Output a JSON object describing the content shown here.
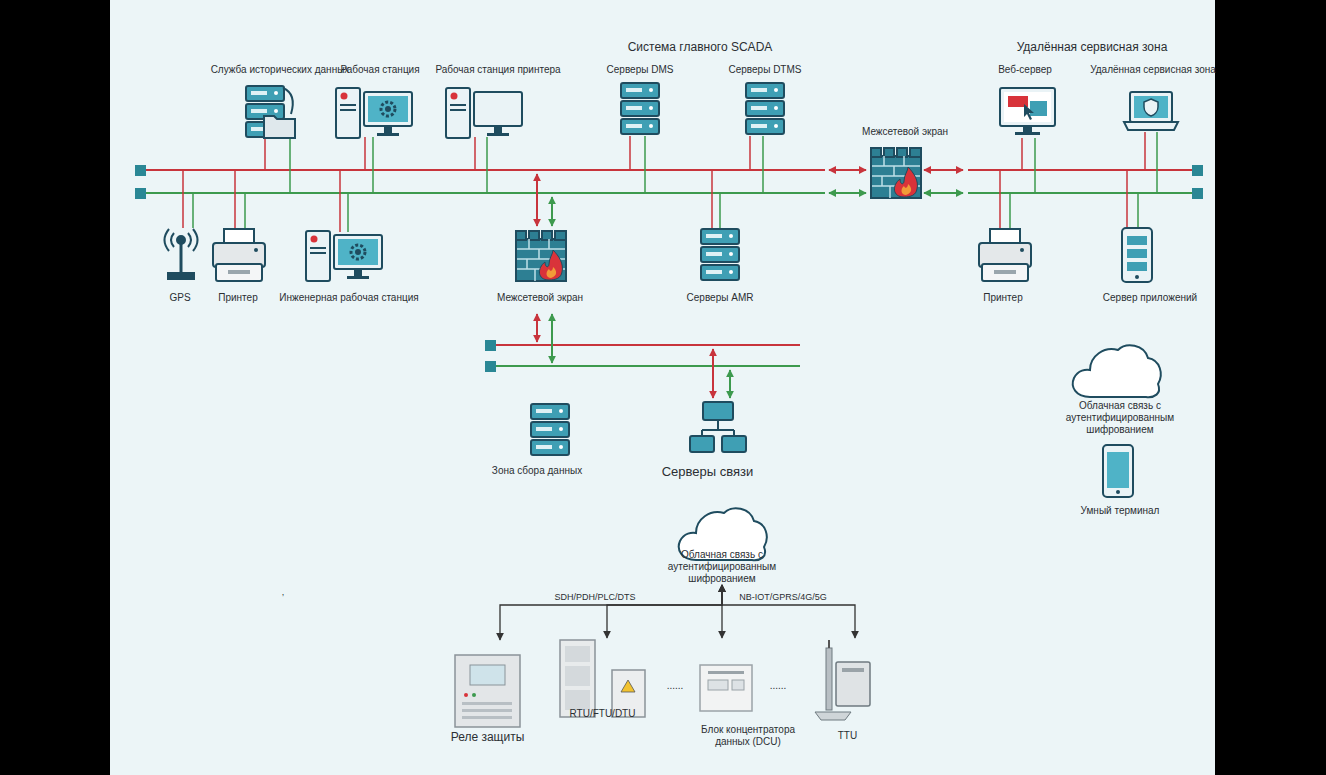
{
  "diagram": {
    "nodes": [
      {
        "text": [
          "Служба исторических данных"
        ]
      },
      {
        "text": [
          "Рабочая станция"
        ]
      },
      {
        "text": [
          "Рабочая станция принтера"
        ]
      },
      {
        "text": [
          "Серверы DMS"
        ]
      },
      {
        "text": [
          "Серверы DTMS"
        ]
      },
      {
        "text": [
          "Межсетевой экран"
        ]
      },
      {
        "text": [
          "Веб-сервер"
        ]
      },
      {
        "text": [
          "Удалённая сервисная зона"
        ]
      },
      {
        "text": [
          "GPS"
        ]
      },
      {
        "text": [
          "Принтер"
        ]
      },
      {
        "text": [
          "Инженерная рабочая станция"
        ]
      },
      {
        "text": [
          "Межсетевой экран"
        ]
      },
      {
        "text": [
          "Серверы AMR"
        ]
      },
      {
        "text": [
          "Принтер"
        ]
      },
      {
        "text": [
          "Сервер приложений"
        ]
      },
      {
        "text": [
          "Облачная связь с аутентифицированным шифрованием"
        ]
      },
      {
        "text": [
          "Умный терминал"
        ]
      },
      {
        "text": [
          "Зона сбора данных"
        ]
      },
      {
        "text": [
          "Серверы связи"
        ]
      },
      {
        "text": [
          "Облачная связь с аутентифицированным шифрованием"
        ]
      },
      {
        "text": [
          "Реле защиты"
        ]
      },
      {
        "text": [
          "RTU/FTU/DTU"
        ]
      },
      {
        "text": [
          "Блок концентратора данных (DCU)"
        ]
      },
      {
        "text": [
          "TTU"
        ]
      }
    ],
    "edges": [
      {
        "from": 19,
        "to": 20,
        "arrow": "both"
      },
      {
        "from": 19,
        "to": 21,
        "label": "SDH/PDH/PLC/DTS",
        "arrow": "both"
      },
      {
        "from": 19,
        "to": 22,
        "arrow": "both"
      },
      {
        "from": 19,
        "to": 23,
        "label": "NB-IOT/GPRS/4G/5G",
        "arrow": "both"
      }
    ],
    "labels": [
      "Система главного SCADA",
      "Удалённая сервисная зона",
      "......",
      "......",
      ","
    ]
  }
}
